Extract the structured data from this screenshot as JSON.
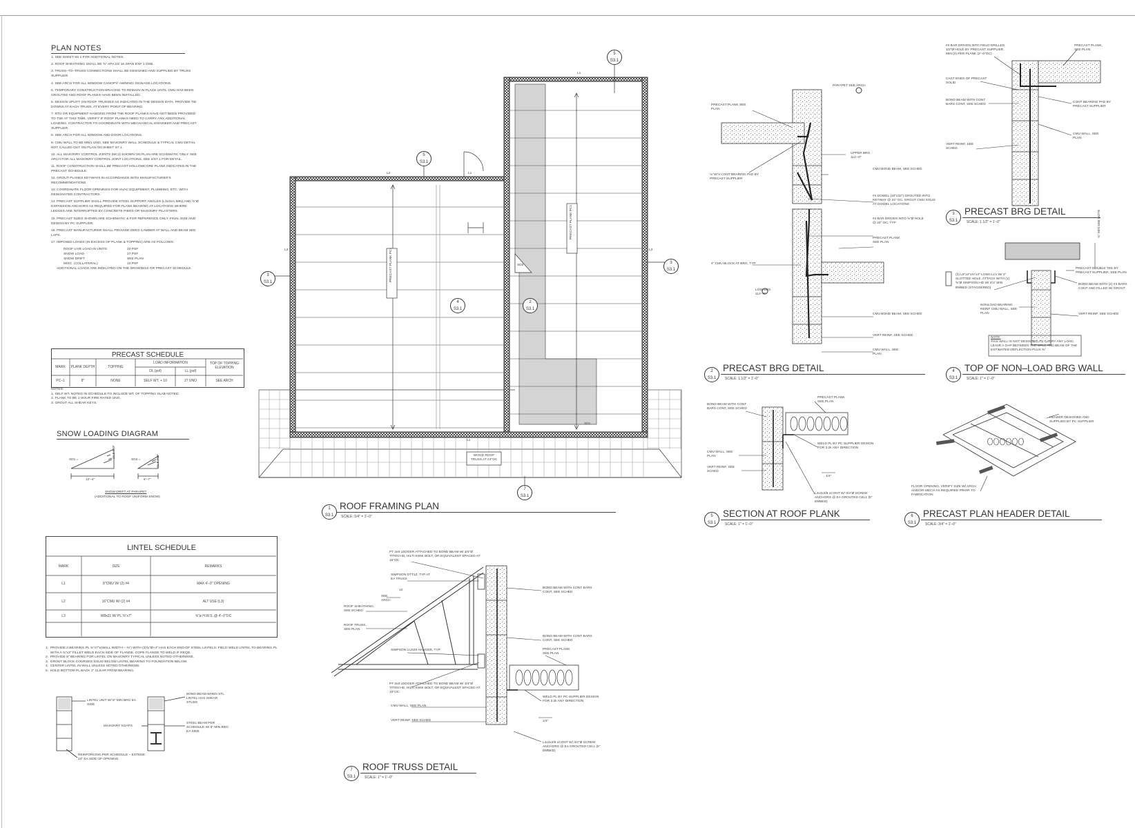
{
  "plan_notes": {
    "title": "PLAN NOTES",
    "items": [
      "1.  SEE SHEET S0.1 FOR ADDITIONAL NOTES.",
      "2.  ROOF SHEATHING SHALL BE ⅝\" APA 24/ 16 SPAN EXP 1 OSB.",
      "3.  TRUSS–TO–TRUSS CONNECTIONS SHALL BE DESIGNED AND SUPPLIED BY TRUSS SUPPLIER.",
      "4.  SEE ARCH FOR ALL WINDOW CANOPY/ AWNING/ SIGNAGE LOCATIONS.",
      "5.  TEMPORARY CONSTRUCTION BRACING TO REMAIN IN PLACE UNTIL CMU HAS BEEN GROUTED AND ROOF PLANKS HAVE BEEN INSTALLED.",
      "6.  DESIGN UPLIFT ON ROOF TRUSSES AS INDICATED IN THE DESIGN DATA. PROVIDE TIE DOWNS AT EACH TRUSS, AT EVERY POINT OF BEARING.",
      "7.  RTU OR EQUIPMENT HANGING FROM THE ROOF PLANKS HAVE NOT BEEN PROVIDED TO TSE AT THIS TIME. VERIFY IF ROOF PLANKS NEED TO CARRY ANY ADDITIONAL LOADING. CONTRACTOR TO COORDINATE WITH MECHANICAL ENGINEER AND PRECAST SUPPLIER.",
      "8.  SEE ARCH FOR ALL WINDOW AND DOOR LOCATIONS.",
      "9.  CMU WALL TO BE MW1 UNO, SEE MASONRY WALL SCHEDULE & TYPICAL CMU DETAIL NOT CALLED OUT ON PLAN ON SHEET S7.1.",
      "10. ALL MASONRY CONTROL JOINTS (MCJ) SHOWN ON PLAN ARE SCHEMATIC ONLY. SEE ARCH FOR ALL MASONRY CONTROL JOINT LOCATIONS. SEE 2/S7.1 FOR DETAIL.",
      "11. ROOF CONSTRUCTION SHALL BE PRECAST HOLLOWCORE PLANK INDICATED IN THE PRECAST SCHEDULE.",
      "12. GROUT PLANKS KEYWAYS IN ACCORDANCE WITH MANUFACTURER'S RECOMMENDATIONS.",
      "13. COORDINATE FLOOR OPENINGS FOR HVAC EQUIPMENT, PLUMBING, ETC. WITH DESIGNATED CONTRACTORS.",
      "14. PRECAST SUPPLIER SHALL PROVIDE STEEL SUPPORT ANGLES (L3x3x¼ MIN) AND ⅝\"Ø EXPANSION ANCHORS AS REQUIRED FOR PLANK BEARING AT LOCATIONS WHERE LEDGES ARE INTERRUPTED BY CONCRETE PIERS OR MASONRY PILASTERS.",
      "15. PRECAST SIZES SHOWN ARE SCHEMATIC & FOR REFERENCE ONLY. FINAL SIZE AND DESIGN BY PC SUPPLIER.",
      "16. PRECAST MANUFACTURER SHALL PROVIDE ZERO CAMBER AT WALL AND BEAM SEE LAPS.",
      "17. IMPOSED LOADS (IN EXCESS OF PLANK & TOPPING) ARE AS FOLLOWS:"
    ],
    "loads": [
      [
        "ROOF LIVE LOAD IN UNITS",
        "20 PSF"
      ],
      [
        "SNOW LOAD",
        "27 PSF"
      ],
      [
        "SNOW DRIFT",
        "SEE PLAN"
      ],
      [
        "MISC. (COLLATERAL)",
        "10 PSF"
      ]
    ],
    "loads_footer": "ADDITIONAL LOADS ARE INDICATED ON THE DRAWINGS OR PRECAST SCHEDULE."
  },
  "precast_schedule": {
    "title": "PRECAST SCHEDULE",
    "headers": {
      "mark": "MARK",
      "plank_depth": "PLANK DEPTH",
      "topping": "TOPPING",
      "load_info": "LOAD INFORMATION",
      "dl": "DL (psf)",
      "ll": "LL (psf)",
      "top_of_topping": "TOP OF TOPPING ELEVATION"
    },
    "row": {
      "mark": "PC–1",
      "plank_depth": "8\"",
      "topping": "NONE",
      "dl": "SELF WT. + 10",
      "ll": "27 UNO",
      "top": "SEE ARCH"
    },
    "notes": [
      "NOTES:",
      "1. SELF WT. NOTED IN SCHEDULE TO INCLUDE WT. OF TOPPING SLAB NOTED.",
      "2. PLANK TO BE 1 HOUR FIRE RATED UNO.",
      "3. GROUT ALL SHEAR KEYS."
    ]
  },
  "snow_loading": {
    "title": "SNOW LOADING DIAGRAM",
    "sd1": "SD1 =",
    "sd2": "SD2 =",
    "psf1": "21.8 PSF",
    "psf2": "21.8 PSF",
    "len1": "12'–4\"",
    "len2": "6'–7\"",
    "caption1": "SNOW DRIFT AT PARAPET",
    "caption2": "(ADDITIONAL TO ROOF UNIFORM SNOW)"
  },
  "lintel_schedule": {
    "title": "LINTEL SCHEDULE",
    "headers": [
      "MARK",
      "SIZE",
      "REMARKS"
    ],
    "rows": [
      [
        "L1",
        "8\"CMU W/ (2) #4",
        "MAX 4'–0\" OPENING"
      ],
      [
        "L2",
        "16\"CMU W/ (2) #4",
        "ALT USE (L3)"
      ],
      [
        "L3",
        "W8x21 W/ PL ⅜\"x7\"",
        "⅝\"ø H.W.S. @ 4'–0\"OC"
      ]
    ],
    "notes": [
      "1.  PROVIDE A BEARING PL ⅜\"x7\"x(WALL WIDTH – ⅜\") WITH (2)⅝\"Ø×4\" HAS EACH END OF STEEL LINTELS. FIELD WELD LINTEL TO BEARING PL",
      "     WITH A ⅜\"x3\" FILLET WELD EACH SIDE OF FLANGE. COPE FLANGE TO WELD IF REQD.",
      "2.  PROVIDE 8\" BEARING FOR LINTEL ON MASONRY TYPICAL UNLESS NOTED OTHERWISE.",
      "3.  GROUT BLOCK COURSES SOLID BELOW LINTEL BEARING TO FOUNDATION BELOW.",
      "4.  CENTER LINTEL IN WALL UNLESS NOTED OTHERWISE.",
      "5.  HOLD BOTTOM PL BACK 1\" CLEAR FROM BEARING."
    ],
    "detail_labels": {
      "lintel_unit": "LINTEL UNIT W/ 8\" MIN BRG EA SIDE",
      "masonry_soaps": "MASONRY SOAPS",
      "reinforcing": "REINFORCING PER SCHEDULE – EXTEND 24\" EA SIDE OF OPENING",
      "bond_beam": "BOND BEAM WHEN STL LINTEL HAS SHEAR STUDS",
      "steel_beam": "STEEL BEAM PER SCHEDULE W/ 8\" MIN BRG EA SIDE"
    }
  },
  "roof_framing_plan": {
    "title": "ROOF FRAMING PLAN",
    "number": "1",
    "sheet": "S3.1",
    "scale": "SCALE:     1/4\" = 1'–0\"",
    "precast_plank_label": "PRECAST PLANK PC1",
    "wood_roof": "WOOD ROOF TRUSS AT 24\"OC",
    "sd1": "SD1",
    "sd2": "SD2",
    "l1": "L1",
    "l2": "L2",
    "l3": "L3",
    "callouts": [
      {
        "n": "5",
        "s": "S3.1"
      },
      {
        "n": "5",
        "s": "S3.1"
      },
      {
        "n": "3",
        "s": "S3.1"
      },
      {
        "n": "3",
        "s": "S3.1"
      },
      {
        "n": "4",
        "s": "S3.1"
      },
      {
        "n": "2",
        "s": "S3.1"
      },
      {
        "n": "7",
        "s": "S3.1"
      }
    ]
  },
  "detail2": {
    "number": "2",
    "sheet": "S3.1",
    "title": "PRECAST BRG DETAIL",
    "scale": "SCALE:     1 1/2\" = 1'–0\"",
    "labels": {
      "parapet": "PARAPET SEE ARCH",
      "plank": "PRECAST PLANK SEE PLAN",
      "upper_brg": "UPPER BRG 112'–0\"",
      "bearing_pad": "⅛\"x6\"x CONT BEARING PAD BY PRECAST SUPPLIER",
      "cmu_bond_beam": "CMU BOND BEAM, SEE SCHED",
      "dowel": "#4 DOWEL (20\"x32\") GROUTED INTO KEYWAY @ 24\" OC. GROUT CMU SOLID AT DOWEL LOCATIONS",
      "bar_driven": "#4 BAR DRIVEN INTO ⅝\"Ø HOLE @ 24\" OC, TYP",
      "plank2": "PRECAST PLANK SEE PLAN",
      "cmu_block": "4\" CMU BLOCK AT BRG, TYP",
      "low_brg": "LOW BRG 112'–0\"",
      "cmu_bond_beam2": "CMU BOND BEAM, SEE SCHED",
      "vert_reinf": "VERT REINF, SEE SCHED",
      "cmu_wall": "CMU WALL, SEE PLAN"
    }
  },
  "detail3": {
    "number": "3",
    "sheet": "S3.1",
    "title": "PRECAST BRG DETAIL",
    "scale": "SCALE:     1 1/2\" = 1'–0\"",
    "labels": {
      "bar_driven": "#4 BAR DRIVEN INTO FIELD DRILLED 1/2\"Ø HOLE BY PRECAST SUPPLIER MIN (2) PER PLANK (2'–0\"OC)",
      "plank": "PRECAST PLANK, SEE PLAN",
      "cast_ends": "CAST ENDS OF PRECAST SOLID",
      "bond_beam": "BOND BEAM WITH CONT BARS CONT, SEE SCHED",
      "bearing_pad": "CONT BEARING PAD BY PRECAST SUPPLIER",
      "cmu_wall": "CMU WALL, SEE PLAN",
      "vert_reinf": "VERT REINF, SEE SCHED"
    }
  },
  "detail4": {
    "number": "4",
    "sheet": "S3.1",
    "title": "TOP OF NON–LOAD BRG WALL",
    "scale": "SCALE:     1\" = 1'–0\"",
    "labels": {
      "clear": "¾\" MIN SEE NOTE",
      "precast_tee": "PRECAST DOUBLE TEE BY PRECAST SUPPLIER, SEE PLAN",
      "angle": "(2) L6\"x4\"x⅜\"x4\" LONG LLV W/ 2\" SLOTTED HOLE. ATTACH WITH (1) ⅝\"Ø SIMPSON HD W/ 3⅞\" MIN EMBED (STAGGERED)",
      "bond_beam": "BOND BEAM WITH (2) #4 BARS CONT AND FILLED W/ GROUT",
      "nonload": "NONLOAD BEARING REINF CMU WALL, SEE PLAN",
      "vert_reinf": "VERT REINF, SEE SCHED",
      "note_title": "NOTE:",
      "note": "THIS WALL IS NOT DESIGNED TO CARRY ANY LOAD. LEAVE A GAP BETWEEN THE WALL AND BEAM OF THE ESTIMATED DEFLECTION PLUS ⅜\""
    }
  },
  "detail5": {
    "number": "5",
    "sheet": "S3.1",
    "title": "SECTION AT ROOF PLANK",
    "scale": "SCALE:     1\" = 1'–0\"",
    "labels": {
      "bond_beam": "BOND BEAM WITH CONT BARS CONT, SEE SCHED",
      "plank": "PRECAST PLANK SEE PLAN",
      "weld": "WELD PL BY PC SUPPLIER DESIGN FOR 3.2k ANY DIRECTION",
      "cmu_wall": "CMU WALL, SEE PLAN",
      "vert_reinf": "VERT REINF, SEE SCHED",
      "angle": "L4x4x3/8 xCONT W/ 3/4\"Ø SCREW ANCHORS @ EA GROUTED CELL (5\" EMBED)",
      "weld_sym": "1/4\""
    }
  },
  "detail6": {
    "number": "6",
    "sheet": "S3.1",
    "title": "PRECAST PLAN HEADER DETAIL",
    "scale": "SCALE:     3/4\" = 1'–0\"",
    "labels": {
      "header": "HEADER DESIGNED AND SUPPLIED BY PC SUPPLIER",
      "opening": "FLOOR OPENING, VERIFY SIZE W/ ARCH AND/OR MECH AS REQUIRED PRIOR TO FABRICATION"
    }
  },
  "detail7": {
    "number": "7",
    "sheet": "S3.1",
    "title": "ROOF TRUSS DETAIL",
    "scale": "SCALE:     1\" = 1'–0\"",
    "labels": {
      "ledger1": "PT 2x8 LEDGER ATTACHED TO BOND BEAM W/ 3/4\"Ø TITEN HD, HILTI KWIK BOLT, OR EQUIVALENT SPACED AT 16\"OC",
      "simpson_dtt": "SIMPSON DTT1Z, TYP AT EA TRUSS",
      "slope": "12",
      "see_arch": "SEE ARCH",
      "sheathing": "ROOF SHEATHING, SEE SCHED",
      "truss": "ROOF TRUSS, SEE PLAN",
      "hanger": "SIMPSON LUS28 HANGER, TYP",
      "ledger2": "PT 2x8 LEDGER ATTACHED TO BOND BEAM W/ 3/4\"Ø TITEN HD, HILTI KWIK BOLT, OR EQUIVALENT SPACED AT 16\"OC",
      "cmu_wall": "CMU WALL, SEE PLAN",
      "vert_reinf": "VERT REINF, SEE SCHED",
      "bond_beam1": "BOND BEAM WITH CONT BARS CONT, SEE SCHED",
      "bond_beam2": "BOND BEAM WITH CONT BARS CONT, SEE SCHED",
      "plank": "PRECAST PLANK SEE PLAN",
      "weld": "WELD PL BY PC SUPPLIER DESIGN FOR 3.2k ANY DIRECTION",
      "angle": "L4x4x3/8 xCONT W/ 3/4\"Ø SCREW ANCHORS @ EA GROUTED CELL (5\" EMBED)",
      "weld_sym": "1/4\""
    }
  }
}
